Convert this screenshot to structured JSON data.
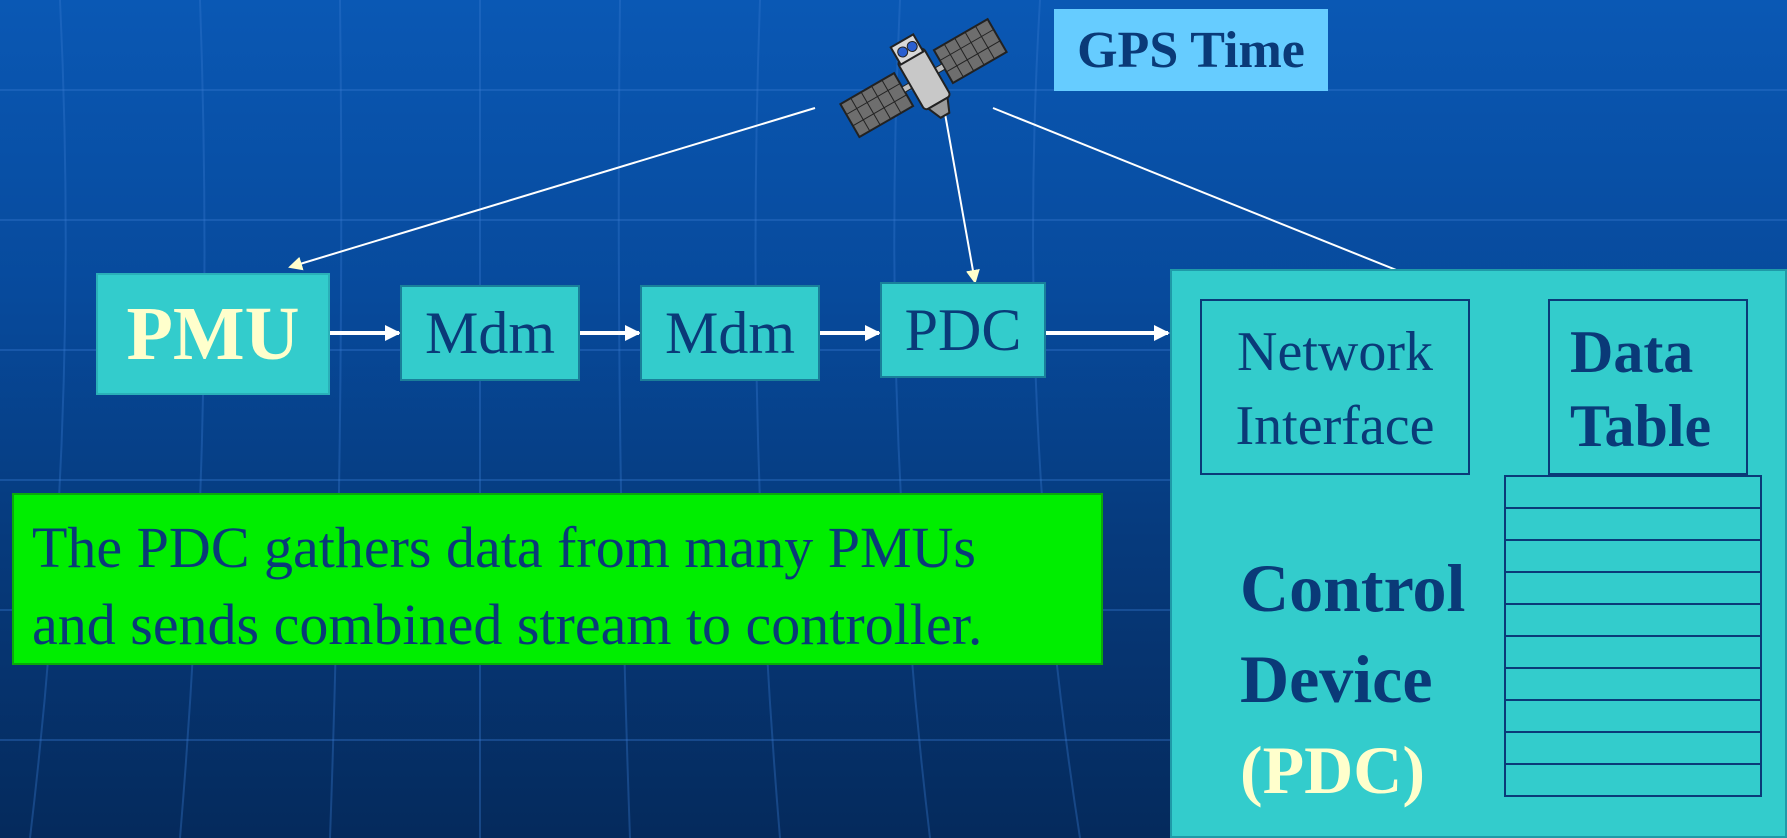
{
  "gps_label": "GPS Time",
  "chain": {
    "pmu": "PMU",
    "mdm1": "Mdm",
    "mdm2": "Mdm",
    "pdc": "PDC"
  },
  "caption": {
    "line1": "The PDC gathers data from many PMUs",
    "line2": "and sends combined stream to controller."
  },
  "control_device": {
    "network_interface_line1": "Network",
    "network_interface_line2": "Interface",
    "data_table_line1": "Data",
    "data_table_line2": "Table",
    "title_line1": "Control",
    "title_line2": "Device",
    "title_line3": "(PDC)"
  },
  "colors": {
    "box_fill": "#33cccc",
    "text_dark": "#0a3a78",
    "highlight_text": "#ffffcc",
    "caption_fill": "#00ee00",
    "gps_fill": "#66ccff"
  },
  "icons": [
    "satellite-icon"
  ]
}
